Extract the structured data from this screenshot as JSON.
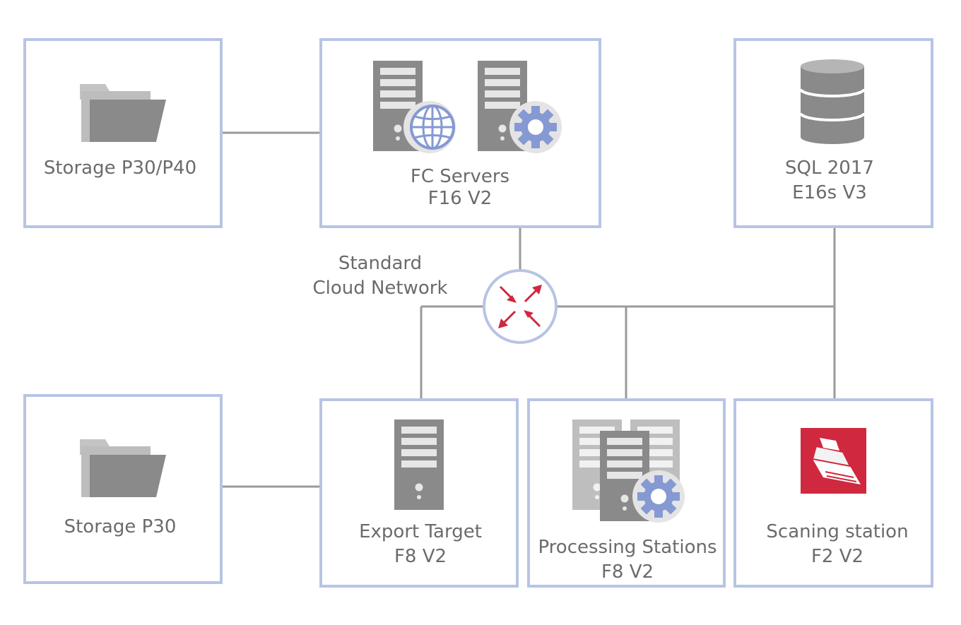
{
  "nodes": {
    "storage_top": {
      "line1": "Storage P30/P40"
    },
    "fc_servers": {
      "line1": "FC Servers",
      "line2": "F16 V2"
    },
    "sql": {
      "line1": "SQL 2017",
      "line2": "E16s V3"
    },
    "storage_bottom": {
      "line1": "Storage P30"
    },
    "export_target": {
      "line1": "Export Target",
      "line2": "F8 V2"
    },
    "processing": {
      "line1": "Processing Stations",
      "line2": "F8 V2"
    },
    "scanning": {
      "line1": "Scaning station",
      "line2": "F2 V2"
    }
  },
  "network": {
    "line1": "Standard",
    "line2": "Cloud Network"
  },
  "colors": {
    "box_border": "#b7c4e4",
    "connector": "#9a9a9a",
    "icon_gray": "#8a8a8a",
    "icon_accent": "#8599d3",
    "network_arrows": "#d0283e",
    "scanner_bg": "#d0283e",
    "text": "#6b6b6b"
  },
  "icons": {
    "storage_top": "folder-icon",
    "fc_web_server": "web-server-icon",
    "fc_app_server": "app-server-icon",
    "sql": "database-icon",
    "storage_bottom": "folder-icon",
    "export_target": "server-icon",
    "processing": "server-cluster-gear-icon",
    "scanning": "scanner-icon",
    "network": "network-switch-icon"
  }
}
